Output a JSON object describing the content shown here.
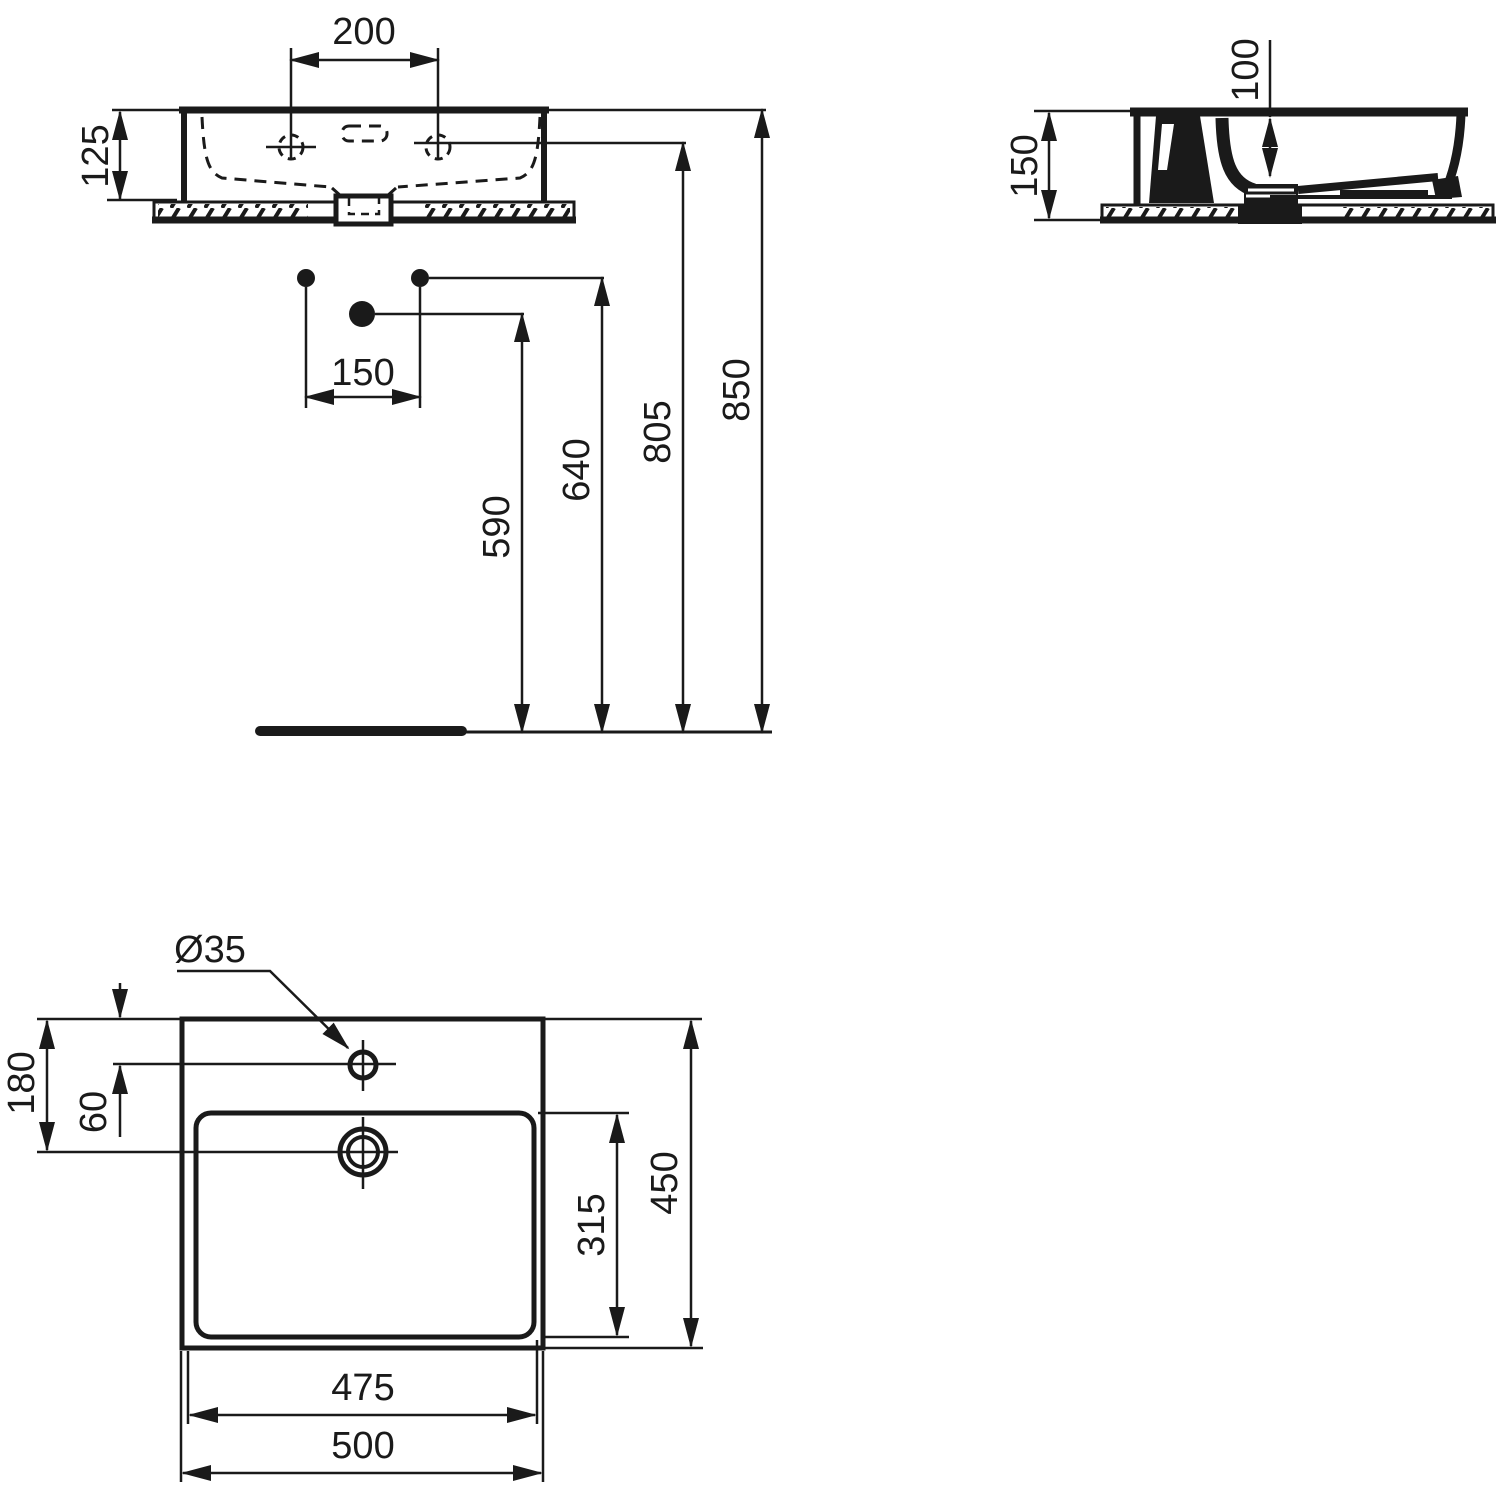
{
  "title": "Wall-hung washbasin technical dimension drawing",
  "colors": {
    "line": "#1a1a1a",
    "background": "#ffffff"
  },
  "dims": {
    "front": {
      "tap_hole_spacing": "200",
      "rim_to_base": "125",
      "fixing_hole_spacing": "150",
      "trap_height": "590",
      "fixing_height": "640",
      "tap_height": "805",
      "rim_height": "850"
    },
    "side": {
      "basin_inner_depth": "100",
      "overall_height": "150"
    },
    "plan": {
      "tap_hole_diameter": "Ø35",
      "tap_hole_offset": "60",
      "drain_offset": "180",
      "overall_depth": "450",
      "bowl_depth": "315",
      "bowl_width": "475",
      "overall_width": "500"
    }
  }
}
